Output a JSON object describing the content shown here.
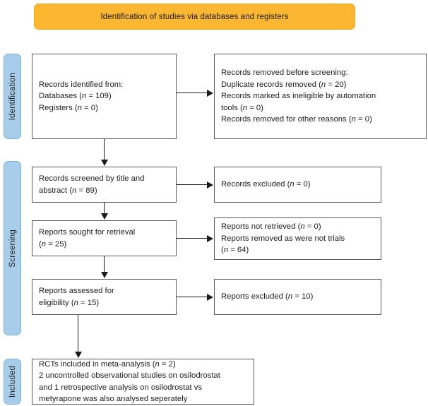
{
  "banner": {
    "title": "Identification of studies via databases and registers",
    "color": "#fbb731"
  },
  "stages": {
    "color": "#a8cdea",
    "identification": "Identification",
    "screening": "Screening",
    "included": "Included"
  },
  "boxes": {
    "identified": "Records identified from:\nDatabases (n = 109)\nRegisters (n = 0)",
    "removed": "Records removed before screening:\nDuplicate records removed (n = 20)\nRecords marked as ineligible by automation\ntools (n = 0)\nRecords removed for other reasons (n = 0)",
    "screened": "Records screened by title and\nabstract (n = 89)",
    "records_excluded": "Records excluded (n = 0)",
    "sought": "Reports sought for retrieval\n(n = 25)",
    "not_retrieved": "Reports not retrieved (n = 0)\nReports removed as were not trials\n(n = 64)",
    "assessed": "Reports assessed for\neligibility (n = 15)",
    "reports_excluded": "Reports excluded (n = 10)",
    "included": "RCTs included in meta-analysis (n = 2)\n2 uncontrolled observational studies on osilodrostat\nand 1 retrospective analysis on osilodrostat vs\nmetyrapone was also analysed seperately"
  },
  "counts": {
    "databases": 109,
    "registers": 0,
    "duplicates_removed": 20,
    "ineligible_automation": 0,
    "removed_other": 0,
    "screened": 89,
    "records_excluded": 0,
    "sought_for_retrieval": 25,
    "not_retrieved": 0,
    "removed_not_trials": 64,
    "assessed_eligibility": 15,
    "reports_excluded": 10,
    "rcts_included": 2
  }
}
